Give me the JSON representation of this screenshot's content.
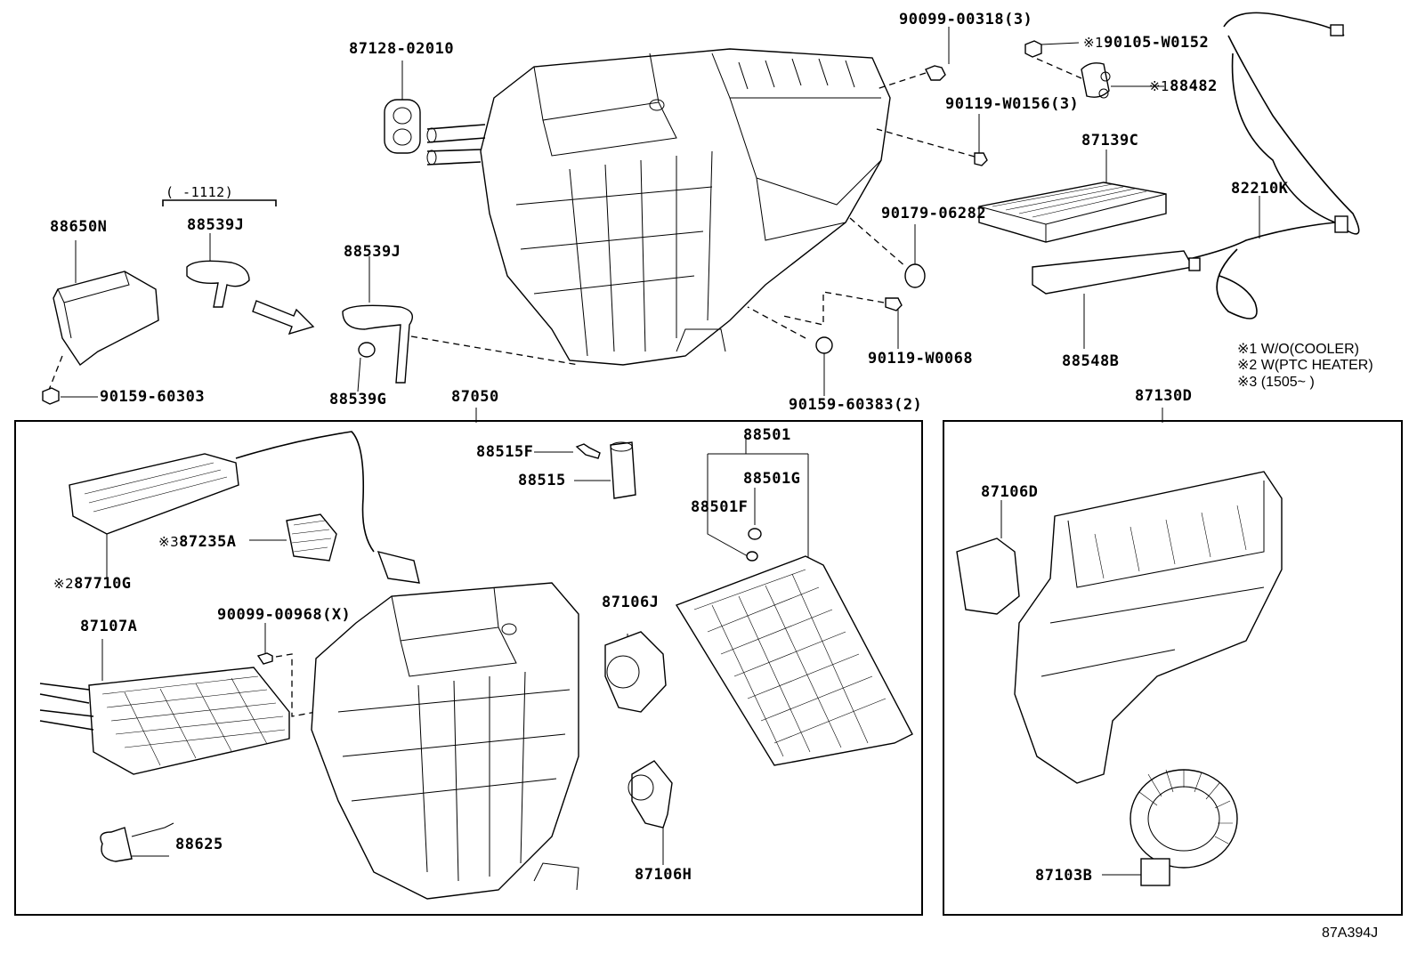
{
  "diagram": {
    "title_code": "87A394J",
    "notes": {
      "n1": "※1 W/O(COOLER)",
      "n2": "※2 W(PTC HEATER)",
      "n3": "※3 (1505~      )"
    },
    "date_bracket": "(      -1112)",
    "top_parts": {
      "p_87128_02010": "87128-02010",
      "p_90099_00318": "90099-00318(3)",
      "p_90105_W0152": "90105-W0152",
      "p_90105_W0152_mark": "※1",
      "p_88482": "88482",
      "p_88482_mark": "※1",
      "p_90119_W0156": "90119-W0156(3)",
      "p_87139C": "87139C",
      "p_82210K": "82210K",
      "p_88650N": "88650N",
      "p_88539J_old": "88539J",
      "p_88539J": "88539J",
      "p_90179_06282": "90179-06282",
      "p_90119_W0068": "90119-W0068",
      "p_88548B": "88548B",
      "p_90159_60303": "90159-60303",
      "p_88539G": "88539G",
      "p_87050": "87050",
      "p_90159_60383": "90159-60383(2)",
      "p_87130D": "87130D"
    },
    "left_box": {
      "p_88515F": "88515F",
      "p_88515": "88515",
      "p_88501": "88501",
      "p_88501G": "88501G",
      "p_88501F": "88501F",
      "p_87235A": "87235A",
      "p_87235A_mark": "※3",
      "p_87710G": "87710G",
      "p_87710G_mark": "※2",
      "p_90099_00968": "90099-00968(X)",
      "p_87107A": "87107A",
      "p_87106J": "87106J",
      "p_88625": "88625",
      "p_87106H": "87106H"
    },
    "right_box": {
      "p_87106D": "87106D",
      "p_87103B": "87103B"
    }
  }
}
